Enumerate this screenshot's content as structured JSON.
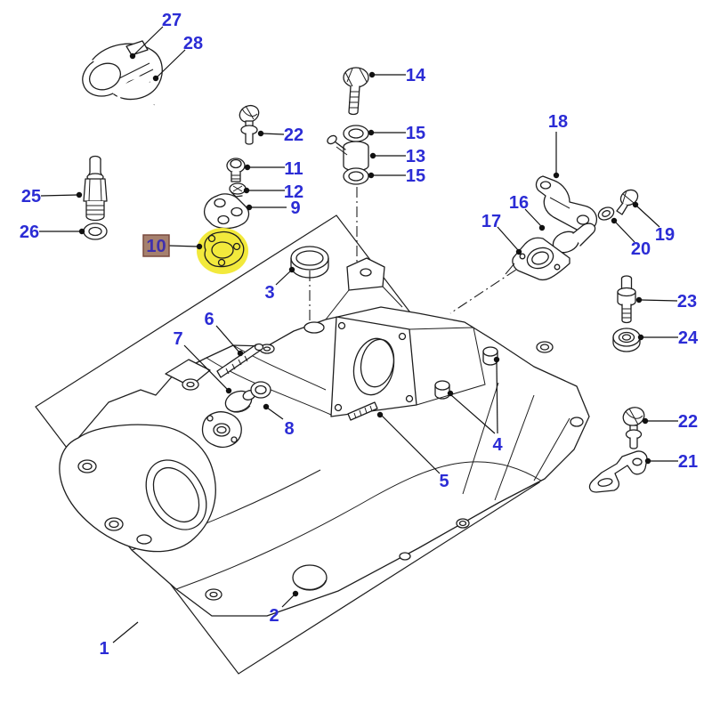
{
  "colors": {
    "background": "#ffffff",
    "line_art": "#1e1e1e",
    "callout_text": "#2b2cd5",
    "leader_line": "#111111",
    "highlight_yellow": "#f2e93c",
    "selected_box_fill": "#a5806e",
    "selected_box_border": "#7a4a3f",
    "selected_text": "#3f2fae"
  },
  "callouts": {
    "c1": {
      "text": "1"
    },
    "c2": {
      "text": "2"
    },
    "c3": {
      "text": "3"
    },
    "c4": {
      "text": "4"
    },
    "c5": {
      "text": "5"
    },
    "c6": {
      "text": "6"
    },
    "c7": {
      "text": "7"
    },
    "c8": {
      "text": "8"
    },
    "c9": {
      "text": "9"
    },
    "c10": {
      "text": "10"
    },
    "c11": {
      "text": "11"
    },
    "c12": {
      "text": "12"
    },
    "c13": {
      "text": "13"
    },
    "c14": {
      "text": "14"
    },
    "c15": {
      "text": "15"
    },
    "c15b": {
      "text": "15"
    },
    "c16": {
      "text": "16"
    },
    "c17": {
      "text": "17"
    },
    "c18": {
      "text": "18"
    },
    "c19": {
      "text": "19"
    },
    "c20": {
      "text": "20"
    },
    "c21": {
      "text": "21"
    },
    "c22": {
      "text": "22"
    },
    "c22b": {
      "text": "22"
    },
    "c23": {
      "text": "23"
    },
    "c24": {
      "text": "24"
    },
    "c25": {
      "text": "25"
    },
    "c26": {
      "text": "26"
    },
    "c27": {
      "text": "27"
    },
    "c28": {
      "text": "28"
    }
  }
}
